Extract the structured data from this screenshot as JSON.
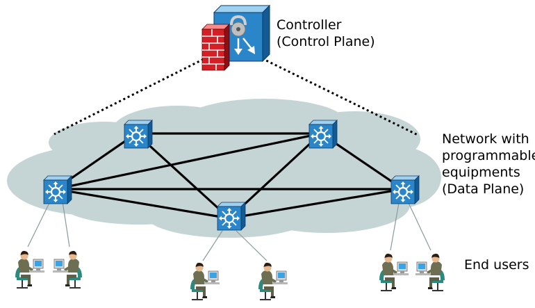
{
  "labels": {
    "controller": [
      "Controller",
      "(Control Plane)"
    ],
    "network": [
      "Network with",
      "programmable",
      "equipments",
      "(Data Plane)"
    ],
    "end_users": [
      "End users"
    ]
  },
  "colors": {
    "cloud": "#c5d5d6",
    "switch_face": "#2b86c9",
    "switch_top": "#9ed0f2",
    "switch_side": "#145b96",
    "link": "#000000",
    "firewall": "#d41f26",
    "user_line": "#8a9a9c"
  },
  "nodes": [
    {
      "id": "controller",
      "icon": "controller-firewall-icon"
    },
    {
      "id": "s1",
      "icon": "switch-icon"
    },
    {
      "id": "s2",
      "icon": "switch-icon"
    },
    {
      "id": "s3",
      "icon": "switch-icon"
    },
    {
      "id": "s4",
      "icon": "switch-icon"
    },
    {
      "id": "s5",
      "icon": "switch-icon"
    }
  ],
  "links": [
    [
      "s1",
      "s2"
    ],
    [
      "s3",
      "s4"
    ],
    [
      "s2",
      "s4"
    ],
    [
      "s1",
      "s5"
    ],
    [
      "s2",
      "s5"
    ],
    [
      "s3",
      "s5"
    ],
    [
      "s4",
      "s5"
    ],
    [
      "s3",
      "s1"
    ],
    [
      "s3",
      "s2"
    ],
    [
      "s3",
      "s5"
    ]
  ],
  "end_users": [
    {
      "id": "u1",
      "icon": "user-workstation-icon"
    },
    {
      "id": "u2",
      "icon": "user-workstation-icon"
    },
    {
      "id": "u3",
      "icon": "user-workstation-icon"
    },
    {
      "id": "u4",
      "icon": "user-workstation-icon"
    },
    {
      "id": "u5",
      "icon": "user-workstation-icon"
    },
    {
      "id": "u6",
      "icon": "user-workstation-icon"
    }
  ]
}
